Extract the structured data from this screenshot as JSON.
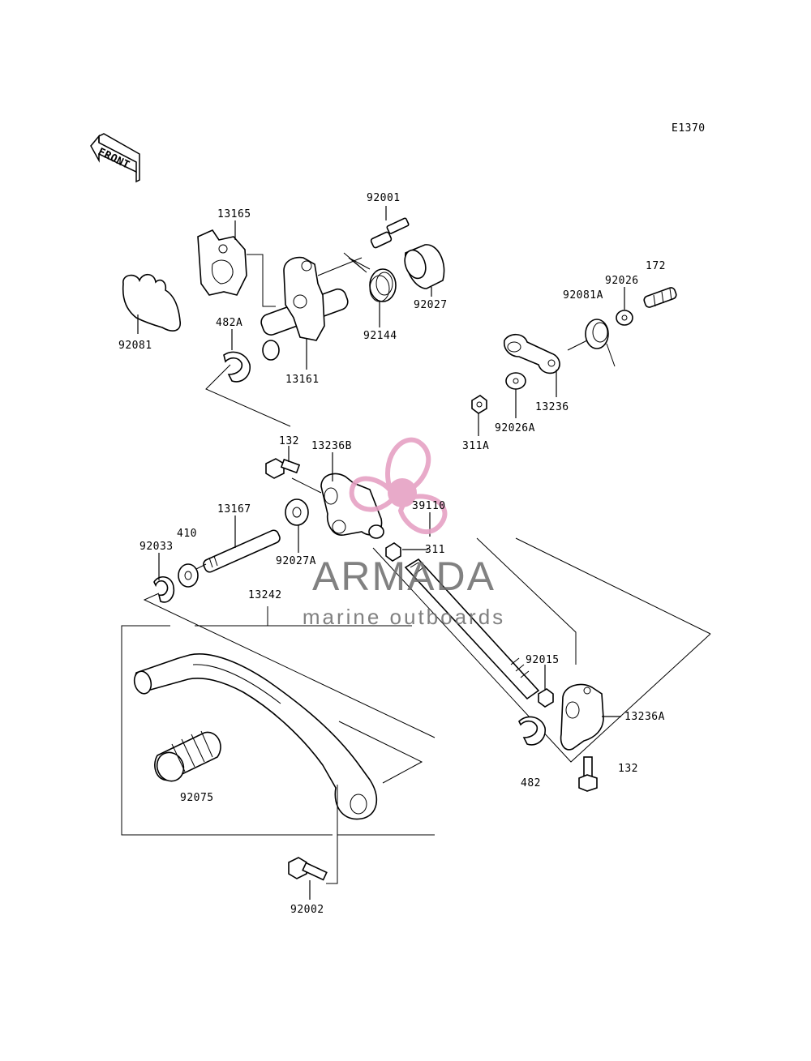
{
  "diagram_code": "E1370",
  "front_label": "FRONT",
  "watermark": {
    "brand": "ARMADA",
    "tagline": "marine outboards",
    "brand_color": "#6b6b6b",
    "logo_color": "#e6a1c4"
  },
  "parts": {
    "p92001": "92001",
    "p13165": "13165",
    "p92081": "92081",
    "p482A": "482A",
    "p13161": "13161",
    "p92144": "92144",
    "p92027": "92027",
    "p172": "172",
    "p92026": "92026",
    "p92081A": "92081A",
    "p13236": "13236",
    "p92026A": "92026A",
    "p311A": "311A",
    "p132a": "132",
    "p13236B": "13236B",
    "p39110": "39110",
    "p13167": "13167",
    "p410": "410",
    "p92033": "92033",
    "p92027A": "92027A",
    "p311": "311",
    "p13242": "13242",
    "p92015": "92015",
    "p13236A": "13236A",
    "p482": "482",
    "p132b": "132",
    "p92075": "92075",
    "p92002": "92002"
  }
}
